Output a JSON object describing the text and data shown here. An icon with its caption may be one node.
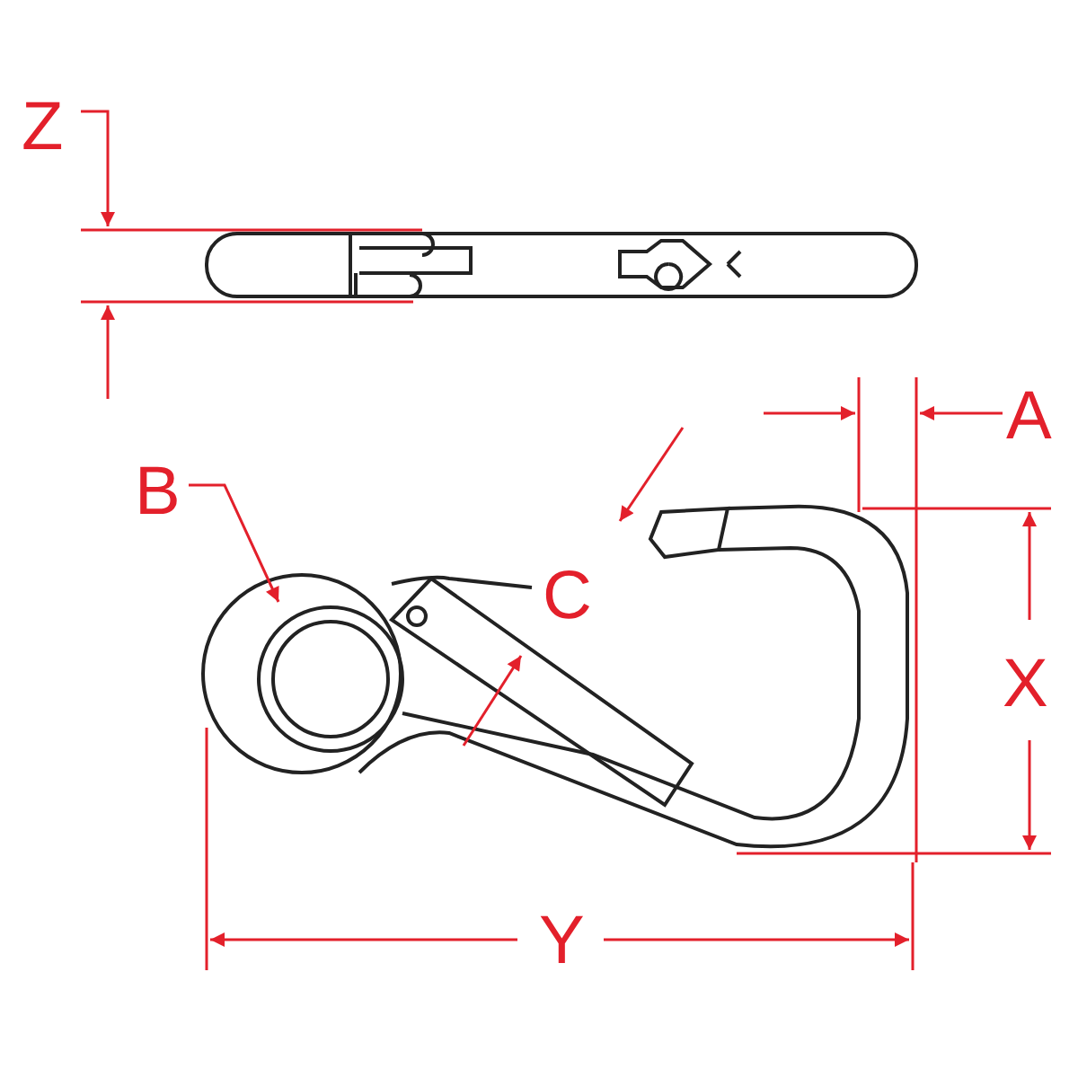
{
  "diagram": {
    "labels": [
      "Z",
      "A",
      "B",
      "C",
      "X",
      "Y"
    ]
  }
}
